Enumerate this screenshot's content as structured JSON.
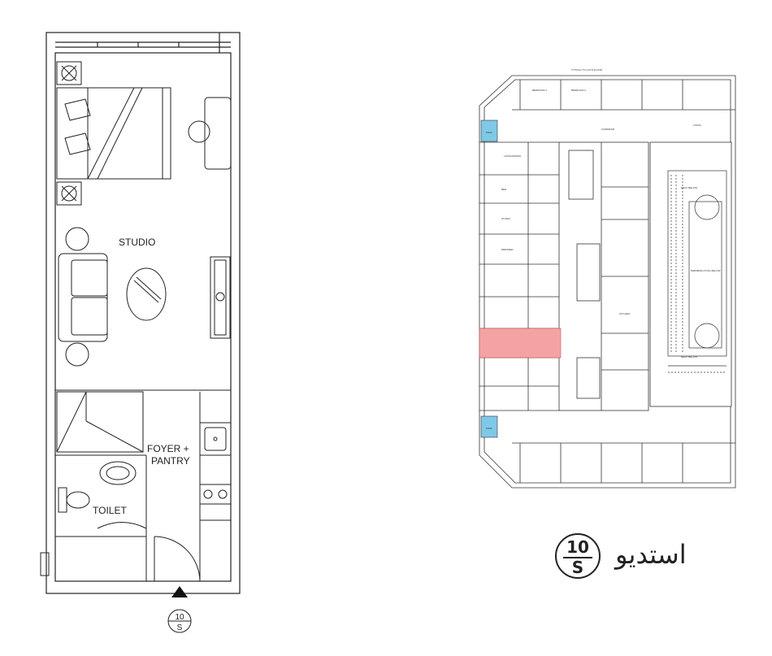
{
  "unit_plan": {
    "room_labels": {
      "studio": "STUDIO",
      "foyer": "FOYER +",
      "pantry": "PANTRY",
      "toilet": "TOILET"
    },
    "marker": {
      "top": "10",
      "bottom": "S"
    }
  },
  "key_plan": {
    "title": "TYPICAL 7TH-11TH FLOOR",
    "pool_label": "POOL",
    "swimming_pool_label": "SWIMMING POOL\nBELOW",
    "deck_label": "DECK BELOW",
    "room_labels": [
      "BEDROOM 1",
      "BEDROOM 2",
      "LIVING",
      "STUDIO",
      "BED",
      "LIVING/DINING",
      "KITCHEN",
      "DRESSER",
      "CORRIDOR"
    ],
    "highlight_color": "#f4a3a3",
    "pool_color": "#7ec9e8"
  },
  "legend": {
    "badge_top": "10",
    "badge_bottom": "S",
    "arabic_text": "استديو"
  }
}
